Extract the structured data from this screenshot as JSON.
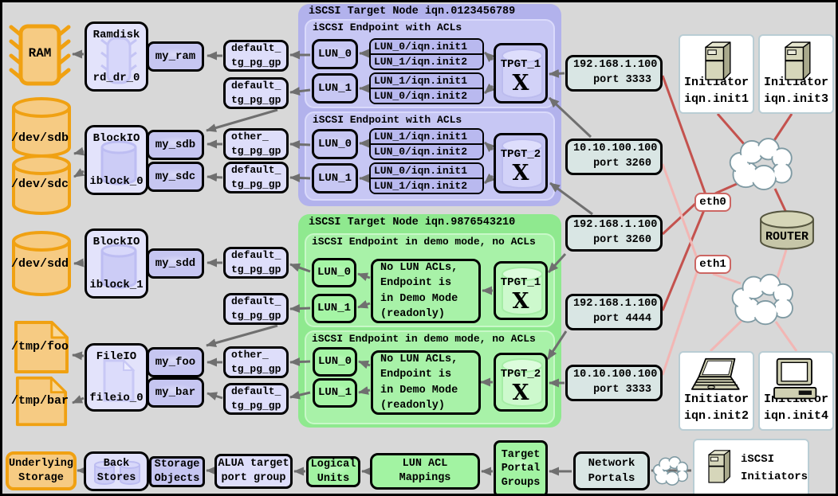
{
  "colors": {
    "background": "#d8d8d8",
    "lavender_outer": "#b2b2ec",
    "lavender_inner": "#c7c7f4",
    "green_outer": "#8fe98f",
    "green_inner": "#a8f2a8",
    "orange_border": "#f0a112",
    "orange_fill": "#f6cb83",
    "portal_fill": "#d9e6e4",
    "arrow_gray": "#6f6f6f",
    "net_red": "#c4524e",
    "net_pink": "#f2b6b4"
  },
  "storage": {
    "ram": "RAM",
    "sdb": "/dev/sdb",
    "sdc": "/dev/sdc",
    "sdd": "/dev/sdd",
    "foo": "/tmp/foo",
    "bar": "/tmp/bar"
  },
  "backstores": {
    "ramdisk": {
      "type": "Ramdisk",
      "name": "rd_dr_0"
    },
    "blockio0": {
      "type": "BlockIO",
      "name": "iblock_0"
    },
    "blockio1": {
      "type": "BlockIO",
      "name": "iblock_1"
    },
    "fileio": {
      "type": "FileIO",
      "name": "fileio_0"
    }
  },
  "storage_objects": {
    "my_ram": "my_ram",
    "my_sdb": "my_sdb",
    "my_sdc": "my_sdc",
    "my_sdd": "my_sdd",
    "my_foo": "my_foo",
    "my_bar": "my_bar"
  },
  "alua_groups": [
    {
      "l1": "default_",
      "l2": "tg_pg_gp"
    },
    {
      "l1": "default_",
      "l2": "tg_pg_gp"
    },
    {
      "l1": "other_",
      "l2": "tg_pg_gp"
    },
    {
      "l1": "default_",
      "l2": "tg_pg_gp"
    },
    {
      "l1": "default_",
      "l2": "tg_pg_gp"
    },
    {
      "l1": "default_",
      "l2": "tg_pg_gp"
    },
    {
      "l1": "other_",
      "l2": "tg_pg_gp"
    },
    {
      "l1": "default_",
      "l2": "tg_pg_gp"
    }
  ],
  "target1": {
    "title": "iSCSI Target Node iqn.0123456789",
    "ep1": {
      "title": "iSCSI Endpoint with ACLs",
      "lun0": "LUN_0",
      "lun1": "LUN_1",
      "acl_top": [
        "LUN_0/iqn.init1",
        "LUN_1/iqn.init2"
      ],
      "acl_bottom": [
        "LUN_1/iqn.init1",
        "LUN_0/iqn.init2"
      ],
      "tpgt": "TPGT_1",
      "tpgt_glyph": "X"
    },
    "ep2": {
      "title": "iSCSI Endpoint with ACLs",
      "lun0": "LUN_0",
      "lun1": "LUN_1",
      "acl_top": [
        "LUN_1/iqn.init1",
        "LUN_0/iqn.init2"
      ],
      "acl_bottom": [
        "LUN_0/iqn.init1",
        "LUN_1/iqn.init2"
      ],
      "tpgt": "TPGT_2",
      "tpgt_glyph": "X"
    }
  },
  "target2": {
    "title": "iSCSI Target Node iqn.9876543210",
    "ep1": {
      "title": "iSCSI Endpoint in demo mode, no ACLs",
      "lun0": "LUN_0",
      "lun1": "LUN_1",
      "note": [
        "No LUN ACLs,",
        "Endpoint is",
        "in Demo Mode",
        "(readonly)"
      ],
      "tpgt": "TPGT_1",
      "tpgt_glyph": "X"
    },
    "ep2": {
      "title": "iSCSI Endpoint in demo mode, no ACLs",
      "lun0": "LUN_0",
      "lun1": "LUN_1",
      "note": [
        "No LUN ACLs,",
        "Endpoint is",
        "in Demo Mode",
        "(readonly)"
      ],
      "tpgt": "TPGT_2",
      "tpgt_glyph": "X"
    }
  },
  "portals": [
    {
      "ip": "192.168.1.100",
      "port": "port 3333"
    },
    {
      "ip": "10.10.100.100",
      "port": "port 3260"
    },
    {
      "ip": "192.168.1.100",
      "port": "port 3260"
    },
    {
      "ip": "192.168.1.100",
      "port": "port 4444"
    },
    {
      "ip": "10.10.100.100",
      "port": "port 3333"
    }
  ],
  "initiators": [
    {
      "label": "Initiator",
      "iqn": "iqn.init1"
    },
    {
      "label": "Initiator",
      "iqn": "iqn.init3"
    },
    {
      "label": "Initiator",
      "iqn": "iqn.init2"
    },
    {
      "label": "Initiator",
      "iqn": "iqn.init4"
    }
  ],
  "network": {
    "eth0": "eth0",
    "eth1": "eth1",
    "router": "ROUTER"
  },
  "legend": {
    "underlying": [
      "Underlying",
      "Storage"
    ],
    "back_stores": [
      "Back",
      "Stores"
    ],
    "storage_objects": [
      "Storage",
      "Objects"
    ],
    "alua": [
      "ALUA target",
      "port group"
    ],
    "logical_units": [
      "Logical",
      "Units"
    ],
    "lun_acl": [
      "LUN ACL",
      "Mappings"
    ],
    "tpgs": [
      "Target",
      "Portal",
      "Groups"
    ],
    "network_portals": [
      "Network",
      "Portals"
    ],
    "iscsi_initiators": [
      "iSCSI",
      "Initiators"
    ]
  }
}
